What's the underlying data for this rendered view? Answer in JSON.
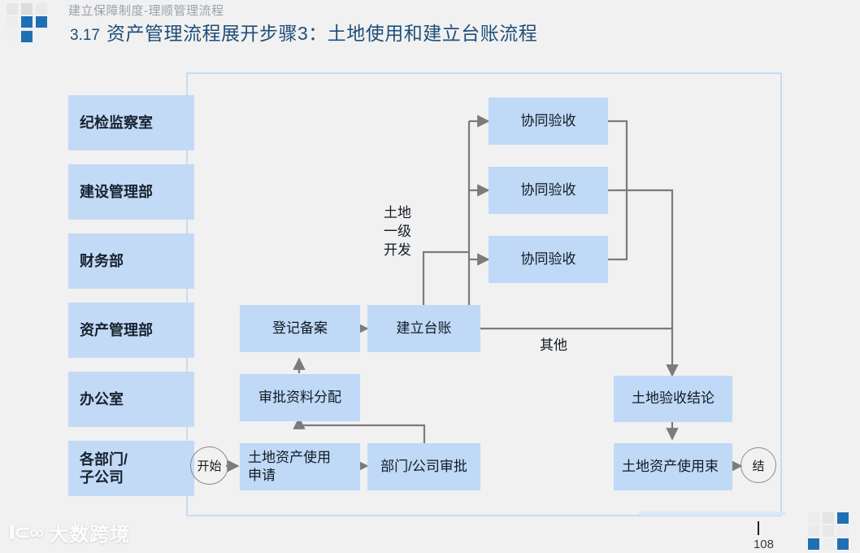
{
  "header": {
    "kicker": "建立保障制度-理顺管理流程",
    "number": "3.17",
    "title": "资产管理流程展开步骤3：土地使用和建立台账流程"
  },
  "colors": {
    "slide_bg": "#f1f1f1",
    "box_fill": "#bfd9f7",
    "lane_fill": "#c3daf7",
    "frame_border": "#c6dcf5",
    "title_color": "#1f4e79",
    "connector": "#7b7b7b",
    "accent_square": "#1f6fb5"
  },
  "lanes": [
    {
      "name": "lane-discipline",
      "label": "纪检监察室"
    },
    {
      "name": "lane-construction",
      "label": "建设管理部"
    },
    {
      "name": "lane-finance",
      "label": "财务部"
    },
    {
      "name": "lane-asset",
      "label": "资产管理部"
    },
    {
      "name": "lane-office",
      "label": "办公室"
    },
    {
      "name": "lane-departments",
      "label": "各部门/\n子公司"
    }
  ],
  "nodes": [
    {
      "name": "node-joint-acceptance-1",
      "label": "协同验收"
    },
    {
      "name": "node-joint-acceptance-2",
      "label": "协同验收"
    },
    {
      "name": "node-joint-acceptance-3",
      "label": "协同验收"
    },
    {
      "name": "node-register-record",
      "label": "登记备案"
    },
    {
      "name": "node-create-ledger",
      "label": "建立台账"
    },
    {
      "name": "node-approval-material",
      "label": "审批资料分配"
    },
    {
      "name": "node-land-use-apply",
      "label": "土地资产使用\n申请"
    },
    {
      "name": "node-dept-company-approve",
      "label": "部门/公司审批"
    },
    {
      "name": "node-land-acceptance-conclusion",
      "label": "土地验收结论"
    },
    {
      "name": "node-land-use-end",
      "label": "土地资产使用束"
    }
  ],
  "terminators": {
    "start": "开始",
    "end": "结"
  },
  "labels": {
    "branch_primary": "土地\n一级\n开发",
    "branch_other": "其他"
  },
  "footer": {
    "watermark_logo": "Ⅰ⊂∞",
    "watermark_text": "大数跨境",
    "page_number": "108"
  }
}
